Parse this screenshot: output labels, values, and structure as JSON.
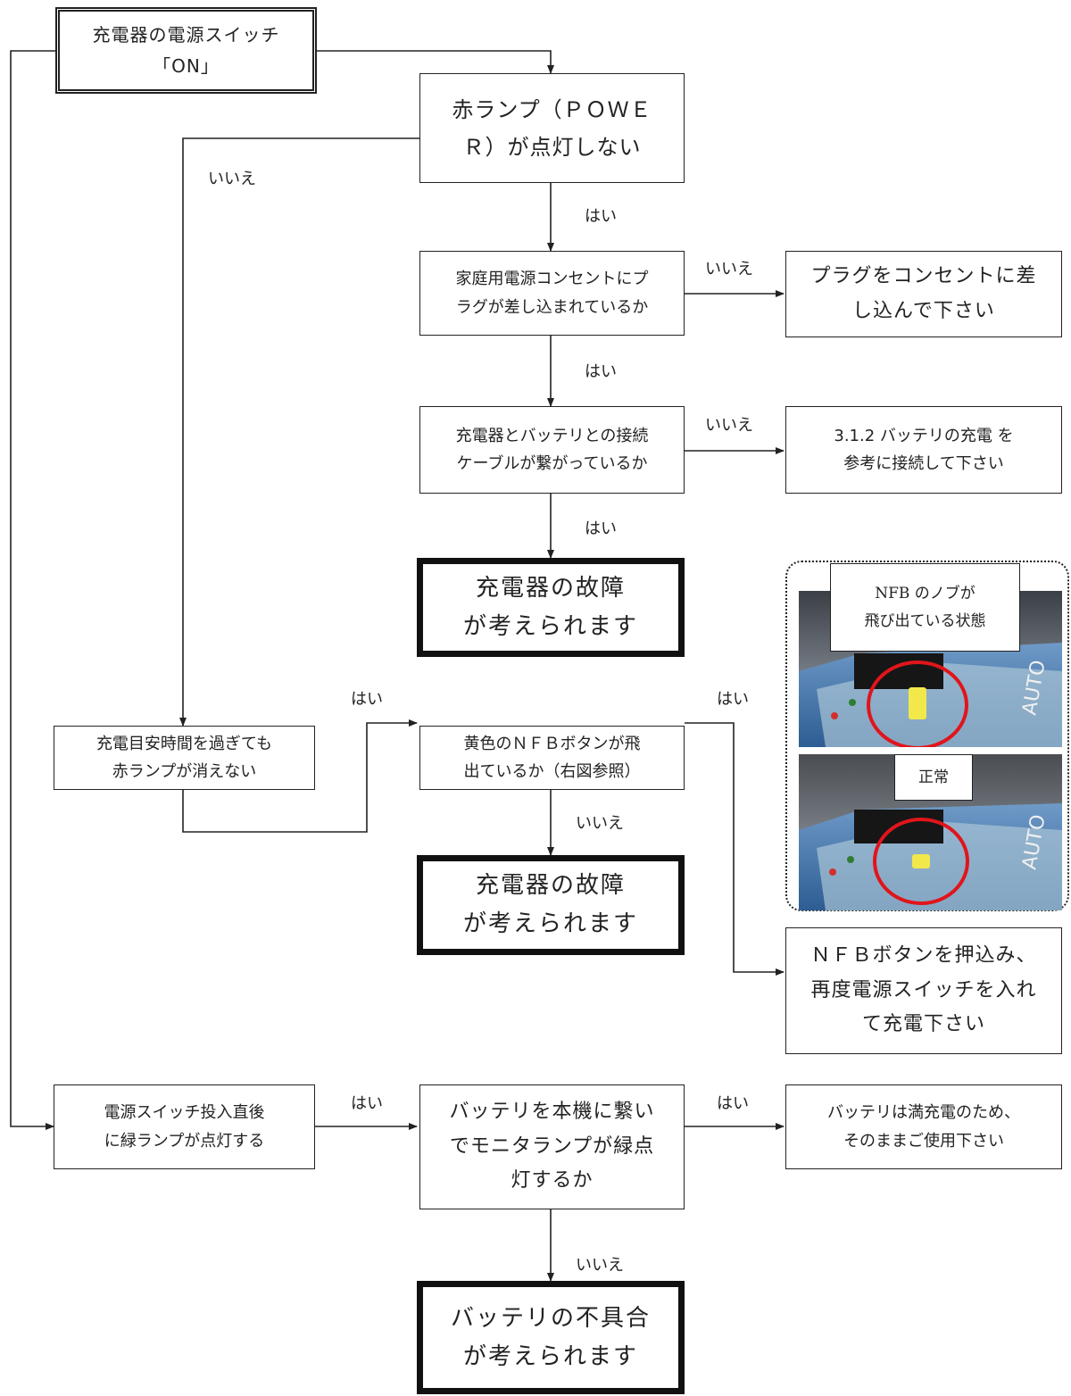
{
  "nodes": {
    "start": "充電器の電源スイッチ\n「ON」",
    "red_lamp": "赤ランプ（ＰＯＷＥ\nＲ）が点灯しない",
    "outlet_check": "家庭用電源コンセントにプ\nラグが差し込まれているか",
    "plug_in": "プラグをコンセントに差\nし込んで下さい",
    "cable_check": "充電器とバッテリとの接続\nケーブルが繋がっているか",
    "cable_connect": "3.1.2 バッテリの充電 を\n参考に接続して下さい",
    "charger_fault_1": "充電器の故障\nが考えられます",
    "time_over": "充電目安時間を過ぎても\n赤ランプが消えない",
    "nfb_check": "黄色のＮＦＢボタンが飛\n出ているか（右図参照）",
    "charger_fault_2": "充電器の故障\nが考えられます",
    "nfb_press": "ＮＦＢボタンを押込み、\n再度電源スイッチを入れ\nて充電下さい",
    "green_lamp": "電源スイッチ投入直後\nに緑ランプが点灯する",
    "battery_check": "バッテリを本機に繋い\nでモニタランプが緑点\n灯するか",
    "battery_full": "バッテリは満充電のため、\nそのままご使用下さい",
    "battery_fault": "バッテリの不具合\nが考えられます"
  },
  "edge_labels": {
    "red_lamp_no": "いいえ",
    "red_lamp_yes": "はい",
    "outlet_no": "いいえ",
    "outlet_yes": "はい",
    "cable_no": "いいえ",
    "cable_yes": "はい",
    "time_over_yes": "はい",
    "nfb_yes": "はい",
    "nfb_no": "いいえ",
    "green_yes": "はい",
    "battery_yes": "はい",
    "battery_no": "いいえ"
  },
  "photos": {
    "popped_caption": "NFB のノブが\n飛び出ている状態",
    "normal_caption": "正常"
  },
  "colors": {
    "line": "#222222",
    "highlight_ring": "#e0151b",
    "knob": "#f2e84a"
  }
}
